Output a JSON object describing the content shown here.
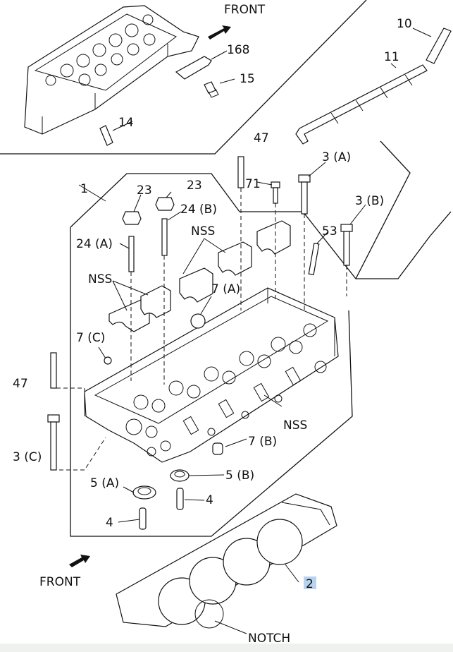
{
  "labels": {
    "front_top": "FRONT",
    "front_bottom": "FRONT",
    "notch": "NOTCH",
    "nss_1": "NSS",
    "nss_2": "NSS",
    "nss_3": "NSS",
    "p1": "1",
    "p2": "2",
    "p3a": "3 (A)",
    "p3b": "3 (B)",
    "p3c": "3 (C)",
    "p4a": "4",
    "p4b": "4",
    "p5a": "5 (A)",
    "p5b": "5 (B)",
    "p7a": "7 (A)",
    "p7b": "7 (B)",
    "p7c": "7 (C)",
    "p10": "10",
    "p11": "11",
    "p14": "14",
    "p15": "15",
    "p23a": "23",
    "p23b": "23",
    "p24a": "24 (A)",
    "p24b": "24 (B)",
    "p47a": "47",
    "p47b": "47",
    "p53": "53",
    "p71": "71",
    "p168": "168"
  },
  "colors": {
    "highlight": "#b7d3f0",
    "ink": "#111111",
    "footer_bar": "#eef1ee"
  },
  "highlighted_part": "2"
}
